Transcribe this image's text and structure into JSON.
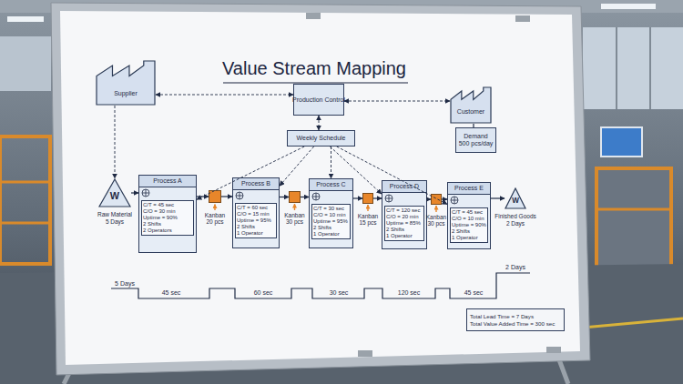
{
  "diagram": {
    "title": "Value Stream Mapping",
    "nodes": [
      {
        "text": [
          "Supplier"
        ]
      },
      {
        "text": [
          "Production Control"
        ]
      },
      {
        "text": [
          "Customer"
        ]
      },
      {
        "text": [
          "Demand",
          "500 pcs/day"
        ]
      },
      {
        "text": [
          "Weekly Schedule"
        ]
      },
      {
        "text": [
          "W",
          "Raw Material 5 Days"
        ]
      },
      {
        "text": [
          "Process A",
          "C/T = 45 sec",
          "C/O = 30 min",
          "Uptime = 90%",
          "2 Shifts",
          "2 Operators"
        ]
      },
      {
        "text": [
          "Kanban 20 pcs"
        ]
      },
      {
        "text": [
          "Process B",
          "C/T = 60 sec",
          "C/O = 15 min",
          "Uptime = 95%",
          "2 Shifts",
          "1 Operator"
        ]
      },
      {
        "text": [
          "Kanban 30 pcs"
        ]
      },
      {
        "text": [
          "Process C",
          "C/T = 30 sec",
          "C/O = 10 min",
          "Uptime = 95%",
          "2 Shifts",
          "1 Operator"
        ]
      },
      {
        "text": [
          "Kanban 15 pcs"
        ]
      },
      {
        "text": [
          "Process D",
          "C/T = 120 sec",
          "C/O = 20 min",
          "Uptime = 85%",
          "2 Shifts",
          "1 Operator"
        ]
      },
      {
        "text": [
          "Kanban 30 pcs"
        ]
      },
      {
        "text": [
          "Process E",
          "C/T = 45 sec",
          "C/O = 10 min",
          "Uptime = 90%",
          "2 Shifts",
          "1 Operator"
        ]
      },
      {
        "text": [
          "W",
          "Finished Goods 2 Days"
        ]
      },
      {
        "text": [
          "Total Lead Time = 7 Days",
          "Total Value Added Time = 300 sec"
        ]
      }
    ],
    "edges": [
      {
        "from": 0,
        "to": 1,
        "arrow": "both"
      },
      {
        "from": 1,
        "to": 2,
        "arrow": "both"
      },
      {
        "from": 2,
        "to": 3,
        "arrow": "none"
      },
      {
        "from": 1,
        "to": 4,
        "arrow": "both"
      },
      {
        "from": 4,
        "to": 6,
        "arrow": "to"
      },
      {
        "from": 4,
        "to": 8,
        "arrow": "to"
      },
      {
        "from": 4,
        "to": 10,
        "arrow": "to"
      },
      {
        "from": 4,
        "to": 12,
        "arrow": "to"
      },
      {
        "from": 4,
        "to": 14,
        "arrow": "to"
      },
      {
        "from": 0,
        "to": 5,
        "arrow": "to"
      },
      {
        "from": 5,
        "to": 6,
        "arrow": "to"
      },
      {
        "from": 6,
        "to": 7,
        "arrow": "to"
      },
      {
        "from": 7,
        "to": 8,
        "arrow": "to"
      },
      {
        "from": 8,
        "to": 9,
        "arrow": "to"
      },
      {
        "from": 9,
        "to": 10,
        "arrow": "to"
      },
      {
        "from": 10,
        "to": 11,
        "arrow": "to"
      },
      {
        "from": 11,
        "to": 12,
        "arrow": "to"
      },
      {
        "from": 12,
        "to": 13,
        "arrow": "to"
      },
      {
        "from": 13,
        "to": 14,
        "arrow": "to"
      },
      {
        "from": 14,
        "to": 15,
        "arrow": "to"
      }
    ],
    "labels": [
      "5 Days",
      "45 sec",
      "60 sec",
      "30 sec",
      "120 sec",
      "45 sec",
      "2 Days"
    ]
  }
}
